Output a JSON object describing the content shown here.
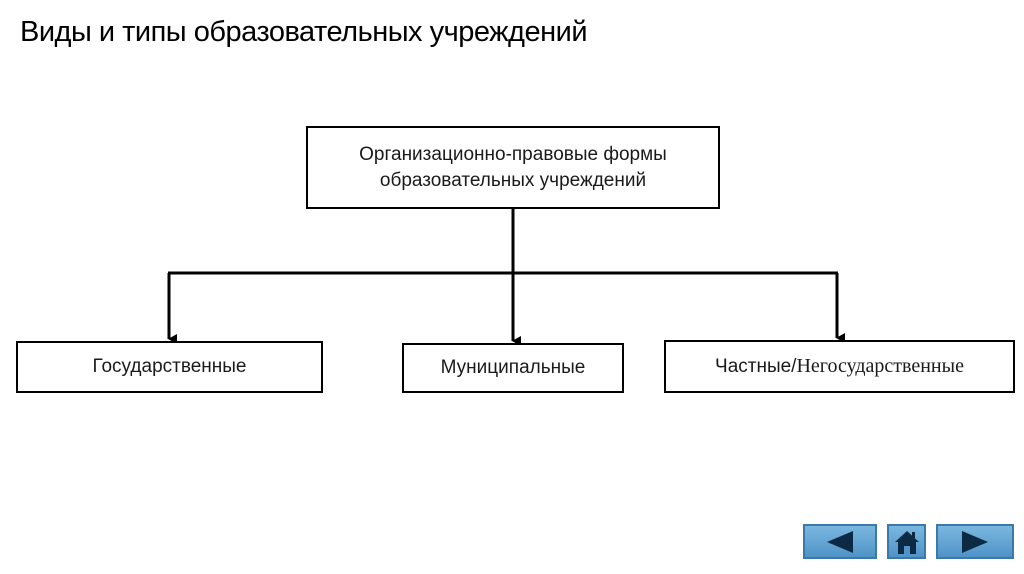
{
  "slide": {
    "title": "Виды и типы образовательных учреждений"
  },
  "diagram": {
    "root": {
      "line1": "Организационно-правовые формы",
      "line2": "образовательных учреждений"
    },
    "children": [
      {
        "label": "Государственные"
      },
      {
        "label": "Муниципальные"
      },
      {
        "label_part1": "Частные/",
        "label_part2": "Негосударственные"
      }
    ]
  },
  "navigation": {
    "prev_icon": "triangle-left-icon",
    "home_icon": "house-icon",
    "next_icon": "triangle-right-icon",
    "button_color": "#5a9fd0",
    "icon_color": "#0d2a45"
  }
}
